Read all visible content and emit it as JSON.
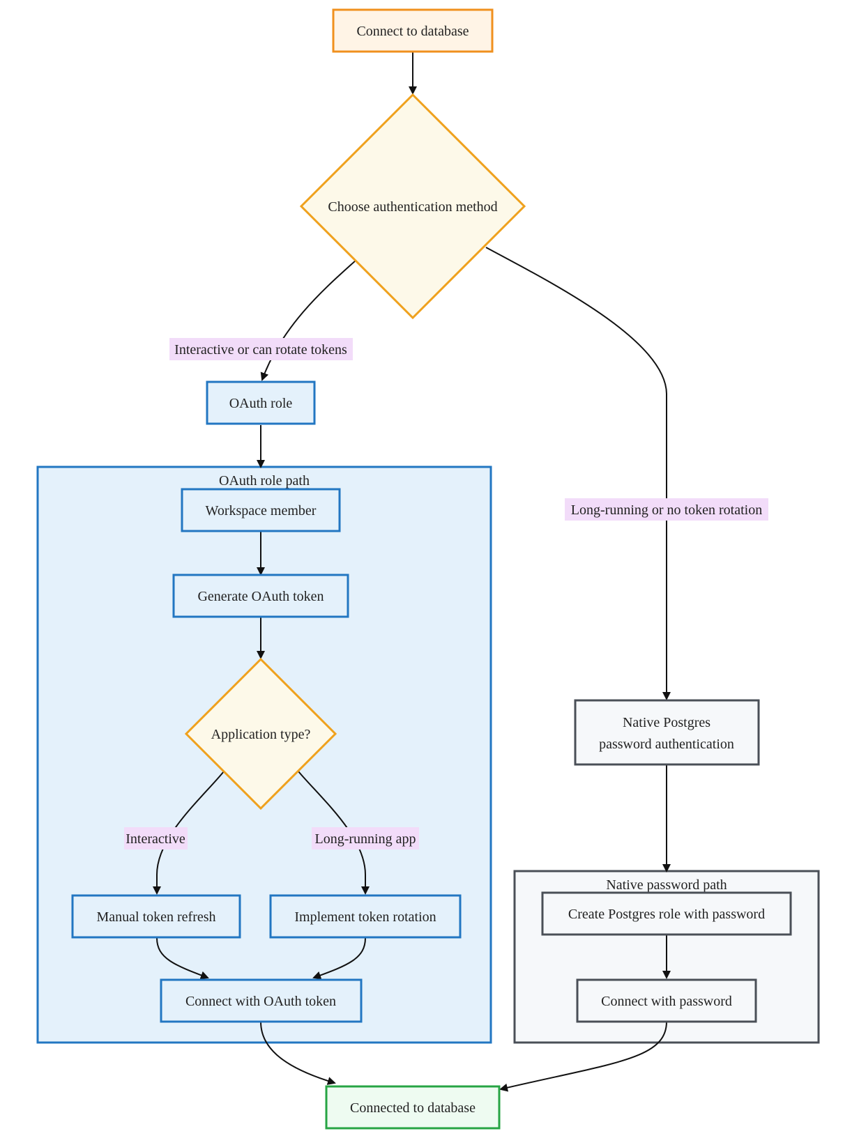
{
  "nodes": {
    "start": "Connect to database",
    "choose": "Choose authentication method",
    "oauth_role": "OAuth role",
    "workspace_member": "Workspace member",
    "generate_token": "Generate OAuth token",
    "app_type": "Application type?",
    "manual_refresh": "Manual token refresh",
    "token_rotation": "Implement token rotation",
    "connect_oauth": "Connect with OAuth token",
    "native_auth_line1": "Native Postgres",
    "native_auth_line2": "password authentication",
    "create_role": "Create Postgres role with password",
    "connect_password": "Connect with password",
    "end": "Connected to database"
  },
  "groups": {
    "oauth_path": "OAuth role path",
    "native_path": "Native password path"
  },
  "edge_labels": {
    "interactive_rotate": "Interactive or can rotate tokens",
    "long_running_no_rotation": "Long-running or no token rotation",
    "interactive": "Interactive",
    "long_running_app": "Long-running app"
  },
  "colors": {
    "start_fill": "#fff4e6",
    "start_stroke": "#f0901e",
    "decision_fill": "#fdf9e9",
    "decision_stroke": "#efa11d",
    "oauth_fill": "#e4f1fb",
    "oauth_stroke": "#2276c2",
    "native_fill": "#f6f8fa",
    "native_stroke": "#4a4f57",
    "end_fill": "#eefbf1",
    "end_stroke": "#27a444",
    "edge_label_bg": "#f2dcf9"
  }
}
